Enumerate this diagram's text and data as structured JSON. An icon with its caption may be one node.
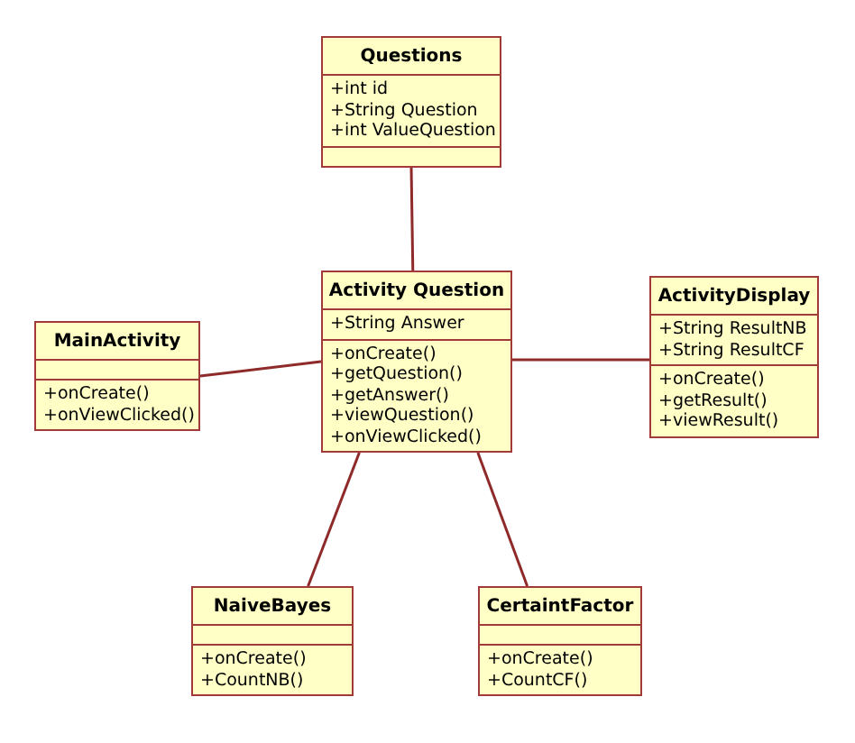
{
  "diagram": {
    "nodes": [
      {
        "text": [
          "Questions",
          "+int id",
          "+String Question",
          "+int ValueQuestion"
        ]
      },
      {
        "text": [
          "MainActivity",
          "+onCreate()",
          "+onViewClicked()"
        ]
      },
      {
        "text": [
          "Activity Question",
          "+String Answer",
          "+onCreate()",
          "+getQuestion()",
          "+getAnswer()",
          "+viewQuestion()",
          "+onViewClicked()"
        ]
      },
      {
        "text": [
          "ActivityDisplay",
          "+String ResultNB",
          "+String ResultCF",
          "+onCreate()",
          "+getResult()",
          "+viewResult()"
        ]
      },
      {
        "text": [
          "NaiveBayes",
          "+onCreate()",
          "+CountNB()"
        ]
      },
      {
        "text": [
          "CertaintFactor",
          "+onCreate()",
          "+CountCF()"
        ]
      }
    ],
    "edges": [
      {
        "from": 0,
        "to": 2,
        "arrow": "none"
      },
      {
        "from": 1,
        "to": 2,
        "arrow": "none"
      },
      {
        "from": 2,
        "to": 3,
        "arrow": "none"
      },
      {
        "from": 2,
        "to": 4,
        "arrow": "none"
      },
      {
        "from": 2,
        "to": 5,
        "arrow": "none"
      }
    ]
  }
}
